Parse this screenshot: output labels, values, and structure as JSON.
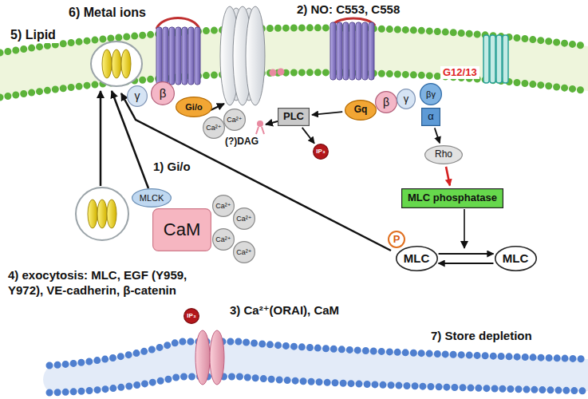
{
  "diagram": {
    "nodes": [
      {
        "text": [
          "γ"
        ]
      },
      {
        "text": [
          "β"
        ]
      },
      {
        "text": [
          "Gi/o"
        ]
      },
      {
        "text": [
          "Ca²⁺"
        ]
      },
      {
        "text": [
          "Ca²⁺"
        ]
      },
      {
        "text": [
          "PLC"
        ]
      },
      {
        "text": [
          "Gq"
        ]
      },
      {
        "text": [
          "β"
        ]
      },
      {
        "text": [
          "γ"
        ]
      },
      {
        "text": [
          "βγ"
        ]
      },
      {
        "text": [
          "α"
        ]
      },
      {
        "text": [
          "IP₃"
        ]
      },
      {
        "text": [
          "Rho"
        ]
      },
      {
        "text": [
          "MLC phosphatase"
        ]
      },
      {
        "text": [
          "MLCK"
        ]
      },
      {
        "text": [
          "P"
        ]
      },
      {
        "text": [
          "MLC"
        ]
      },
      {
        "text": [
          "MLC"
        ]
      },
      {
        "text": [
          "CaM"
        ]
      },
      {
        "text": [
          "Ca²⁺"
        ]
      },
      {
        "text": [
          "Ca²⁺"
        ]
      },
      {
        "text": [
          "Ca²⁺"
        ]
      },
      {
        "text": [
          "Ca²⁺"
        ]
      },
      {
        "text": [
          "IP₃"
        ]
      }
    ],
    "edges": [
      {
        "from": 6,
        "to": 5,
        "arrow": "to"
      },
      {
        "from": 5,
        "to": 11,
        "arrow": "to"
      },
      {
        "from": 10,
        "to": 12,
        "arrow": "to"
      },
      {
        "from": 12,
        "to": 13,
        "arrow": "to"
      },
      {
        "from": 16,
        "to": 17,
        "arrow": "to"
      },
      {
        "from": 17,
        "to": 16,
        "arrow": "to"
      }
    ],
    "labels": [
      "6) Metal ions",
      "5) Lipid",
      "2) NO: C553, C558",
      "1) Gi/o",
      "(?)DAG",
      "G12/13",
      "4) exocytosis: MLC, EGF (Y959, Y972), VE-cadherin, β-catenin",
      "3) Ca²⁺(ORAI), CaM",
      "7) Store depletion"
    ]
  }
}
